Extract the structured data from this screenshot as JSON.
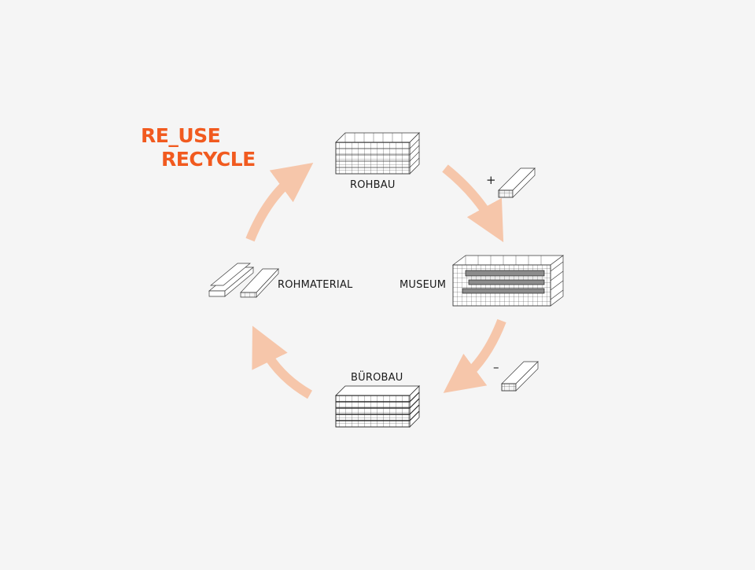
{
  "title": {
    "line1": "RE_USE",
    "line2": "RECYCLE",
    "color": "#f15a1f"
  },
  "nodes": {
    "rohbau": "ROHBAU",
    "museum": "MUSEUM",
    "buerobau": "BÜROBAU",
    "rohmaterial": "ROHMATERIAL"
  },
  "modifiers": {
    "add": "+",
    "remove": "–"
  },
  "colors": {
    "arrow": "#f6c6aa",
    "line": "#3a3a3a",
    "fill_dark": "#8c8c8c"
  },
  "icons": [
    "building-block-icon",
    "museum-building-icon",
    "lumber-stack-icon",
    "timber-beam-icon"
  ]
}
